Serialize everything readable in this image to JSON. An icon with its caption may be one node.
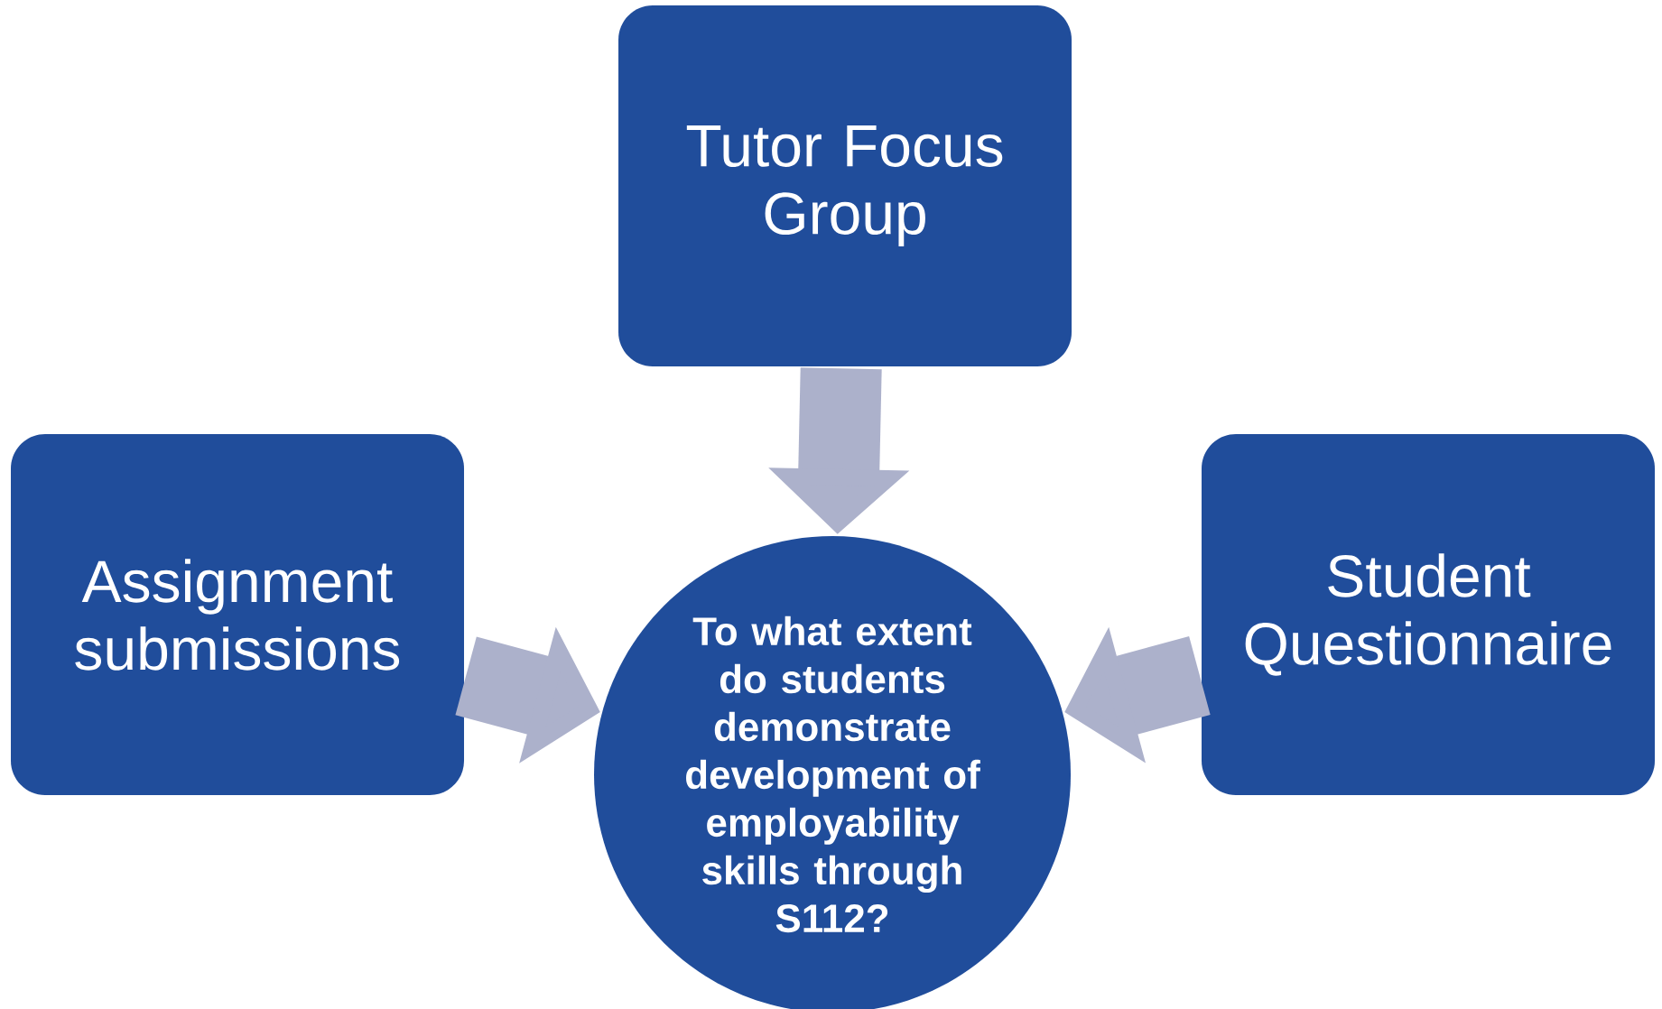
{
  "diagram": {
    "nodes": [
      {
        "text": [
          "Tutor Focus Group"
        ]
      },
      {
        "text": [
          "Assignment submissions"
        ]
      },
      {
        "text": [
          "To what extent do students demonstrate development of employability skills through S112?"
        ]
      },
      {
        "text": [
          "Student Questionnaire"
        ]
      }
    ],
    "edges": [
      {
        "from": 0,
        "to": 2,
        "arrow": "to"
      },
      {
        "from": 1,
        "to": 2,
        "arrow": "to"
      },
      {
        "from": 3,
        "to": 2,
        "arrow": "to"
      }
    ]
  }
}
